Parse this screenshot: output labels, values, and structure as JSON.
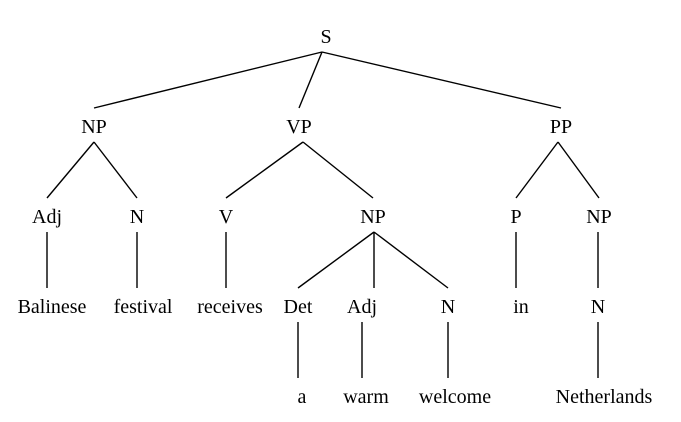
{
  "tree": {
    "nodes": {
      "s": "S",
      "np1": "NP",
      "vp": "VP",
      "pp": "PP",
      "adj1": "Adj",
      "n1": "N",
      "v": "V",
      "np2": "NP",
      "p": "P",
      "np3": "NP",
      "w_balinese": "Balinese",
      "w_festival": "festival",
      "w_receives": "receives",
      "det": "Det",
      "adj2": "Adj",
      "n2": "N",
      "w_in": "in",
      "n3": "N",
      "w_a": "a",
      "w_warm": "warm",
      "w_welcome": "welcome",
      "w_netherlands": "Netherlands"
    },
    "edges": [
      [
        "s",
        "np1"
      ],
      [
        "s",
        "vp"
      ],
      [
        "s",
        "pp"
      ],
      [
        "np1",
        "adj1"
      ],
      [
        "np1",
        "n1"
      ],
      [
        "vp",
        "v"
      ],
      [
        "vp",
        "np2"
      ],
      [
        "pp",
        "p"
      ],
      [
        "pp",
        "np3"
      ],
      [
        "adj1",
        "w_balinese"
      ],
      [
        "n1",
        "w_festival"
      ],
      [
        "v",
        "w_receives"
      ],
      [
        "np2",
        "det"
      ],
      [
        "np2",
        "adj2"
      ],
      [
        "np2",
        "n2"
      ],
      [
        "p",
        "w_in"
      ],
      [
        "np3",
        "n3"
      ],
      [
        "det",
        "w_a"
      ],
      [
        "adj2",
        "w_warm"
      ],
      [
        "n2",
        "w_welcome"
      ],
      [
        "n3",
        "w_netherlands"
      ]
    ]
  }
}
